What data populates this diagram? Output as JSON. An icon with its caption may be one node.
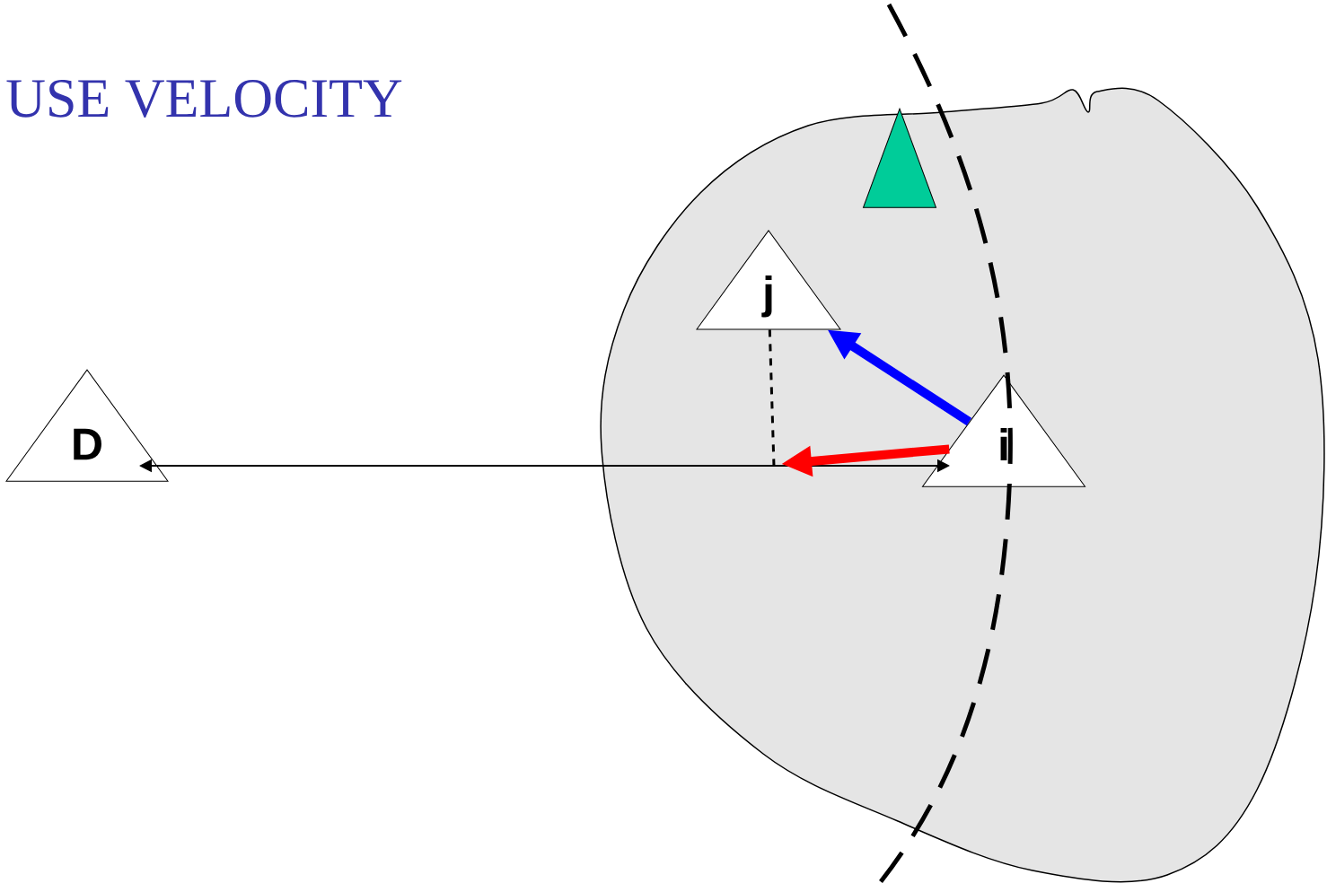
{
  "diagram": {
    "title": "USE VELOCITY",
    "nodes": [
      {
        "text": [],
        "shape": "blob"
      },
      {
        "text": [],
        "shape": "triangle",
        "in": 0
      },
      {
        "text": [
          "j"
        ],
        "in": 0
      },
      {
        "text": [
          "i"
        ],
        "in": 0
      },
      {
        "text": [
          "D"
        ]
      }
    ],
    "edges": [
      {
        "from": 4,
        "to": 3,
        "arrow": "both"
      },
      {
        "from": 3,
        "to": 2,
        "arrow": "to",
        "style": "thick",
        "color": "#0000ff"
      },
      {
        "from": 3,
        "to": null,
        "arrow": "to",
        "style": "thick",
        "color": "#ff0000"
      },
      {
        "from": 2,
        "to": null,
        "arrow": "none",
        "style": "dashed"
      }
    ]
  }
}
